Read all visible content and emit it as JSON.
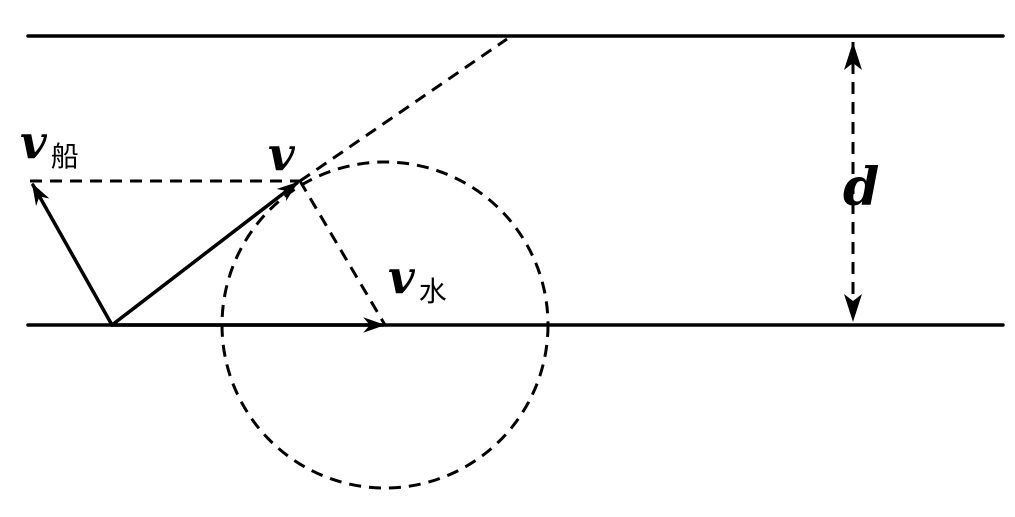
{
  "diagram": {
    "labels": {
      "v_boat_main": "v",
      "v_boat_sub": "船",
      "v_main": "v",
      "v_water_main": "v",
      "v_water_sub": "水",
      "width": "d"
    }
  }
}
